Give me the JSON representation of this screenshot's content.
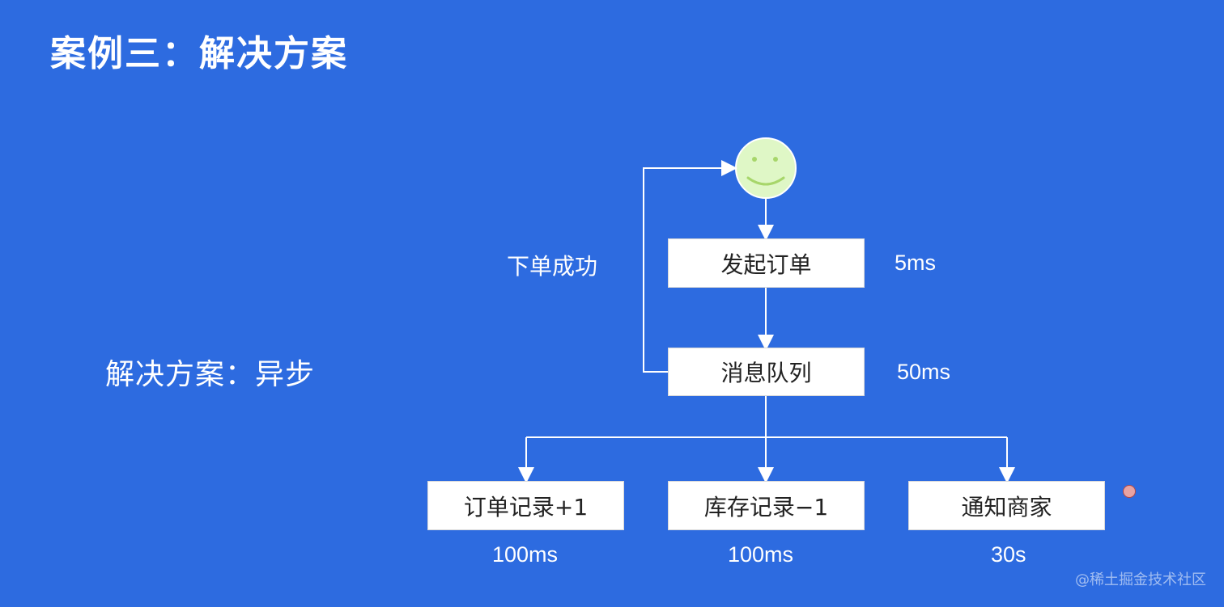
{
  "slide": {
    "title": "案例三：解决方案",
    "subtitle": "解决方案：异步",
    "return_label": "下单成功",
    "watermark": "@稀土掘金技术社区"
  },
  "diagram": {
    "nodes": {
      "start": "发起订单",
      "queue": "消息队列",
      "order_record": "订单记录+1",
      "stock_record": "库存记录−1",
      "notify": "通知商家"
    },
    "timings": {
      "start": "5ms",
      "queue": "50ms",
      "order_record": "100ms",
      "stock_record": "100ms",
      "notify": "30s"
    },
    "colors": {
      "background": "#2d6be0",
      "box": "#ffffff",
      "face": "#dff7c6",
      "face_features": "#a7d66a"
    },
    "icons": [
      "smiley-face-icon",
      "cursor-icon"
    ]
  }
}
